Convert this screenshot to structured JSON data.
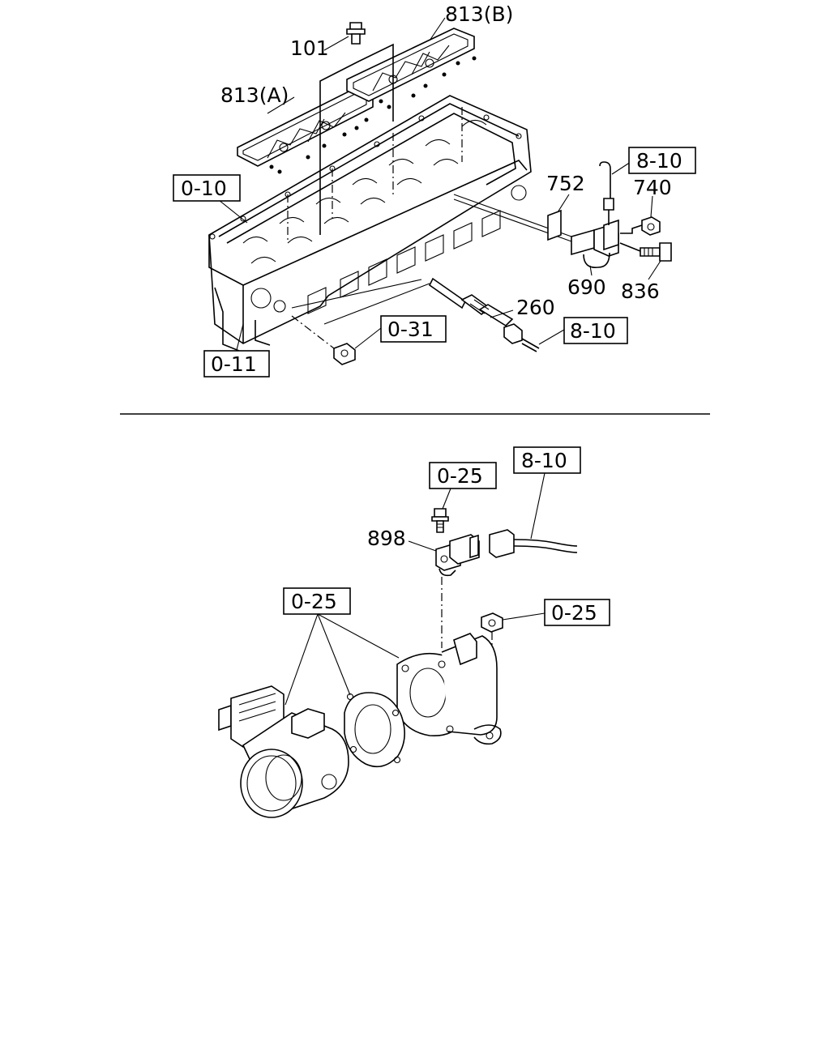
{
  "upper": {
    "callouts": {
      "p813b": "813(B)",
      "p101": "101",
      "p813a": "813(A)",
      "p752": "752",
      "p740": "740",
      "p690": "690",
      "p836": "836",
      "p260": "260"
    },
    "refs": {
      "r010": "0-10",
      "r810a": "8-10",
      "r810b": "8-10",
      "r031": "0-31",
      "r011": "0-11"
    }
  },
  "lower": {
    "callouts": {
      "p898": "898"
    },
    "refs": {
      "r025_bolt": "0-25",
      "r810": "8-10",
      "r025_throttle": "0-25",
      "r025_nut": "0-25"
    }
  }
}
